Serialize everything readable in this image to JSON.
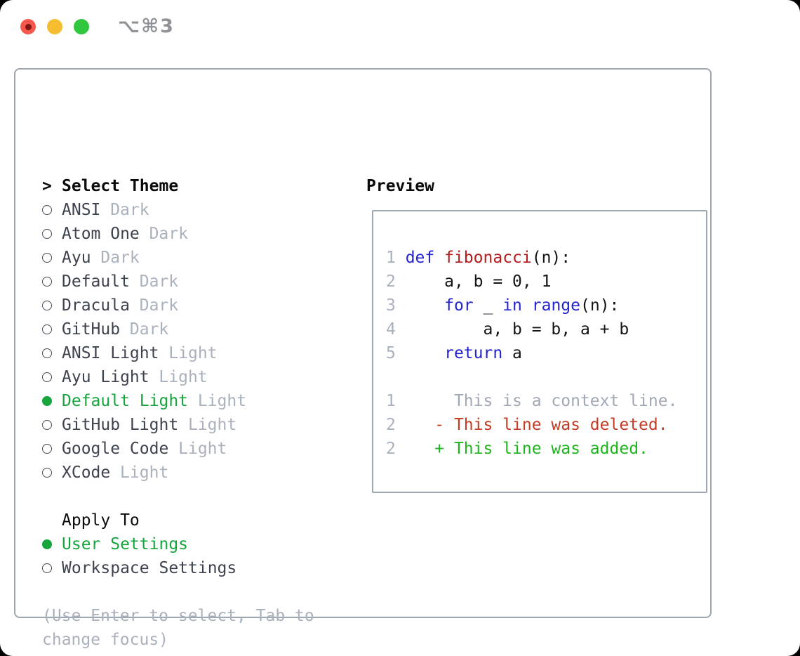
{
  "titlebar": {
    "shortcut": "⌥⌘3"
  },
  "colors": {
    "accent_green": "#15a53c",
    "diff_added_green": "#1eb51e",
    "diff_deleted_red": "#c43b26",
    "keyword_blue": "#2323d2",
    "function_red": "#b51b1b",
    "muted_gray": "#a9b1bd",
    "text_dark": "#3d434e",
    "border_gray": "#9ea6b0"
  },
  "theme_selector": {
    "prompt": ">",
    "heading": "Select Theme",
    "items": [
      {
        "name": "ANSI",
        "variant": "Dark",
        "selected": false
      },
      {
        "name": "Atom One",
        "variant": "Dark",
        "selected": false
      },
      {
        "name": "Ayu",
        "variant": "Dark",
        "selected": false
      },
      {
        "name": "Default",
        "variant": "Dark",
        "selected": false
      },
      {
        "name": "Dracula",
        "variant": "Dark",
        "selected": false
      },
      {
        "name": "GitHub",
        "variant": "Dark",
        "selected": false
      },
      {
        "name": "ANSI Light",
        "variant": "Light",
        "selected": false
      },
      {
        "name": "Ayu Light",
        "variant": "Light",
        "selected": false
      },
      {
        "name": "Default Light",
        "variant": "Light",
        "selected": true
      },
      {
        "name": "GitHub Light",
        "variant": "Light",
        "selected": false
      },
      {
        "name": "Google Code",
        "variant": "Light",
        "selected": false
      },
      {
        "name": "XCode",
        "variant": "Light",
        "selected": false
      }
    ]
  },
  "apply_to": {
    "heading": "Apply To",
    "options": [
      {
        "label": "User Settings",
        "selected": true
      },
      {
        "label": "Workspace Settings",
        "selected": false
      }
    ]
  },
  "hint": {
    "line1": "(Use Enter to select, Tab to",
    "line2": "change focus)"
  },
  "preview": {
    "heading": "Preview",
    "lines": [
      {
        "segments": [
          {
            "t": "1 ",
            "c": "ln"
          },
          {
            "t": "def",
            "c": "kw"
          },
          {
            "t": " ",
            "c": "pl"
          },
          {
            "t": "fibonacci",
            "c": "fn"
          },
          {
            "t": "(n):",
            "c": "pl"
          }
        ]
      },
      {
        "segments": [
          {
            "t": "2 ",
            "c": "ln"
          },
          {
            "t": "    a, b = 0, 1",
            "c": "pl"
          }
        ]
      },
      {
        "segments": [
          {
            "t": "3 ",
            "c": "ln"
          },
          {
            "t": "    ",
            "c": "pl"
          },
          {
            "t": "for",
            "c": "kw"
          },
          {
            "t": " _ ",
            "c": "pl"
          },
          {
            "t": "in",
            "c": "kw"
          },
          {
            "t": " ",
            "c": "pl"
          },
          {
            "t": "range",
            "c": "kw"
          },
          {
            "t": "(n):",
            "c": "pl"
          }
        ]
      },
      {
        "segments": [
          {
            "t": "4 ",
            "c": "ln"
          },
          {
            "t": "        a, b = b, a + b",
            "c": "pl"
          }
        ]
      },
      {
        "segments": [
          {
            "t": "5 ",
            "c": "ln"
          },
          {
            "t": "    ",
            "c": "pl"
          },
          {
            "t": "return",
            "c": "kw"
          },
          {
            "t": " a",
            "c": "pl"
          }
        ]
      },
      {
        "segments": []
      },
      {
        "segments": [
          {
            "t": "1",
            "c": "ln"
          },
          {
            "t": "      This is a context line.",
            "c": "ctx"
          }
        ]
      },
      {
        "segments": [
          {
            "t": "2",
            "c": "ln"
          },
          {
            "t": "    ",
            "c": "pl"
          },
          {
            "t": "- This line was deleted.",
            "c": "del"
          }
        ]
      },
      {
        "segments": [
          {
            "t": "2",
            "c": "ln"
          },
          {
            "t": "    ",
            "c": "pl"
          },
          {
            "t": "+ This line was added.",
            "c": "add"
          }
        ]
      }
    ]
  }
}
